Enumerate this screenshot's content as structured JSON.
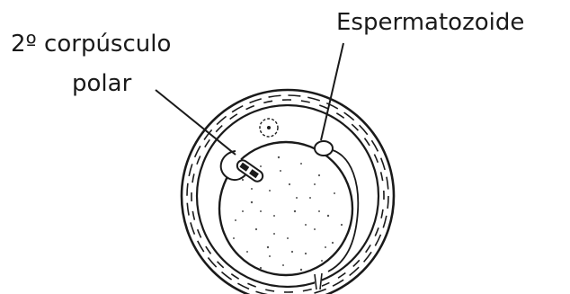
{
  "labels": {
    "polar_body_line1": "2º corpúsculo",
    "polar_body_line2": "polar",
    "spermatozoon": "Espermatozoide"
  },
  "colors": {
    "ink": "#1a1a1a",
    "background": "#ffffff",
    "cytoplasm_dots": "#555555"
  }
}
